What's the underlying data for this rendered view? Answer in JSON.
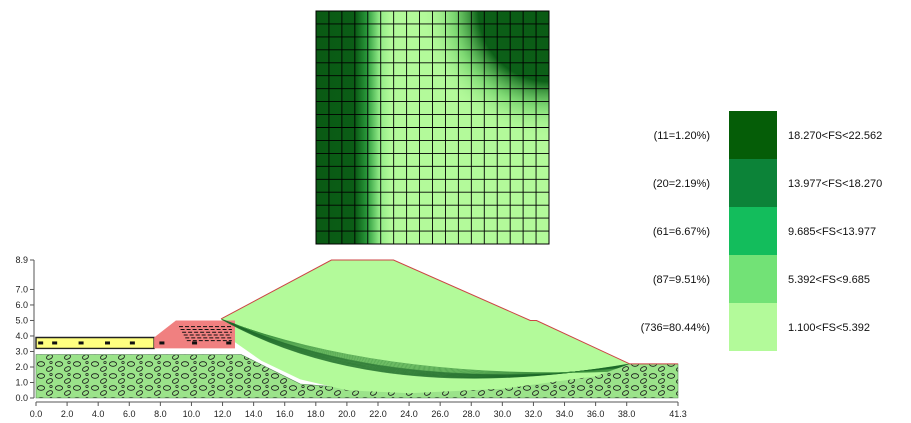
{
  "chart_data": [
    {
      "type": "heatmap",
      "title": "",
      "grid_rows": 18,
      "grid_cols": 18,
      "grid_lines": true,
      "colors": {
        "dark": "#0a5a14",
        "mid": "#1e8a32",
        "light": "#b3fa9a"
      }
    },
    {
      "type": "area",
      "title": "",
      "xlabel": "",
      "ylabel": "",
      "xlim": [
        0.0,
        41.3
      ],
      "ylim": [
        0.0,
        8.9
      ],
      "x_ticks": [
        "0.0",
        "2.0",
        "4.0",
        "6.0",
        "8.0",
        "10.0",
        "12.0",
        "14.0",
        "16.0",
        "18.0",
        "20.0",
        "22.0",
        "24.0",
        "26.0",
        "28.0",
        "30.0",
        "32.0",
        "34.0",
        "36.0",
        "38.0",
        "41.3"
      ],
      "y_ticks": [
        "0.0",
        "1.0",
        "2.0",
        "3.0",
        "4.0",
        "5.0",
        "6.0",
        "7.0",
        "8.9"
      ],
      "profile": {
        "slope_surface": [
          [
            11.9,
            5.1
          ],
          [
            19.0,
            8.9
          ],
          [
            23.0,
            8.9
          ],
          [
            31.8,
            5.0
          ],
          [
            32.2,
            5.0
          ],
          [
            38.2,
            2.2
          ],
          [
            41.3,
            2.2
          ]
        ],
        "berm": [
          [
            7.6,
            3.9
          ],
          [
            9.0,
            5.0
          ],
          [
            12.8,
            5.0
          ],
          [
            12.8,
            3.2
          ],
          [
            7.6,
            3.2
          ]
        ],
        "left_layer": [
          [
            0.0,
            3.9
          ],
          [
            7.6,
            3.9
          ],
          [
            7.6,
            3.2
          ],
          [
            0.0,
            3.2
          ]
        ],
        "gravel_base_top": 2.8
      },
      "colors": {
        "body": "#b3fa9a",
        "gravel": "#9be38a",
        "left_layer": "#ffff80",
        "berm": "#f08080",
        "outline": "#cc4444",
        "slip": "#1e6a2a"
      }
    }
  ],
  "legend": {
    "items": [
      {
        "count": "(11=1.20%)",
        "range": "18.270<FS<22.562",
        "color": "#055d07"
      },
      {
        "count": "(20=2.19%)",
        "range": "13.977<FS<18.270",
        "color": "#0c8338"
      },
      {
        "count": "(61=6.67%)",
        "range": "9.685<FS<13.977",
        "color": "#13bd5c"
      },
      {
        "count": "(87=9.51%)",
        "range": "5.392<FS<9.685",
        "color": "#72e276"
      },
      {
        "count": "(736=80.44%)",
        "range": "1.100<FS<5.392",
        "color": "#b3fa9a"
      }
    ]
  }
}
